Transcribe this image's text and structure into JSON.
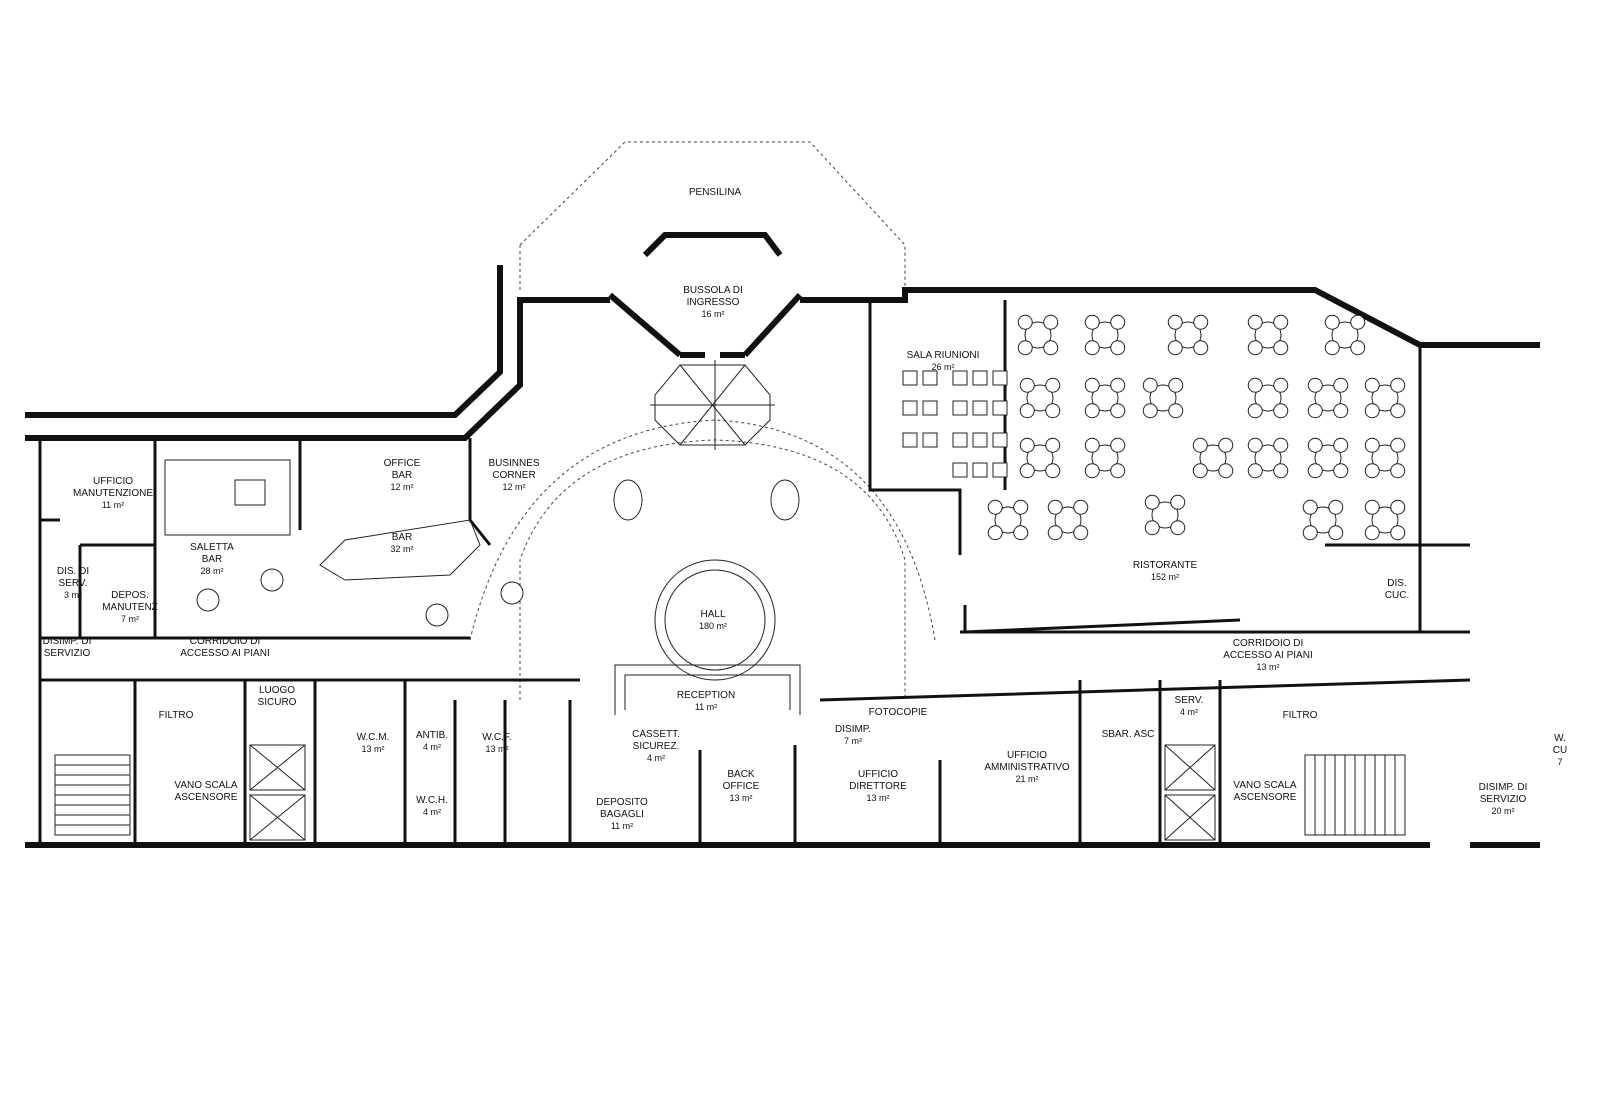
{
  "rooms": [
    {
      "id": "pensilina",
      "name": "PENSILINA",
      "area": ""
    },
    {
      "id": "bussola",
      "name": "BUSSOLA DI|INGRESSO",
      "area": "16 m²"
    },
    {
      "id": "sala_riunioni",
      "name": "SALA RIUNIONI",
      "area": "26 m²"
    },
    {
      "id": "ufficio_manutenzione",
      "name": "UFFICIO|MANUTENZIONE",
      "area": "11 m²"
    },
    {
      "id": "office_bar",
      "name": "OFFICE|BAR",
      "area": "12 m²"
    },
    {
      "id": "business_corner",
      "name": "BUSINNES|CORNER",
      "area": "12 m²"
    },
    {
      "id": "saletta_bar",
      "name": "SALETTA|BAR",
      "area": "28 m²"
    },
    {
      "id": "bar",
      "name": "BAR",
      "area": "32 m²"
    },
    {
      "id": "dis_serv",
      "name": "DIS. DI|SERV.",
      "area": "3 m²"
    },
    {
      "id": "depos_manutenz",
      "name": "DEPOS.|MANUTENZ",
      "area": "7 m²"
    },
    {
      "id": "disimp_servizio_left",
      "name": "DISIMP. DI|SERVIZIO",
      "area": ""
    },
    {
      "id": "corridoio_left",
      "name": "CORRIDOIO DI|ACCESSO AI PIANI",
      "area": ""
    },
    {
      "id": "hall",
      "name": "HALL",
      "area": "180 m²"
    },
    {
      "id": "ristorante",
      "name": "RISTORANTE",
      "area": "152 m²"
    },
    {
      "id": "dis_cuc",
      "name": "DIS.|CUC.",
      "area": ""
    },
    {
      "id": "corridoio_right",
      "name": "CORRIDOIO DI|ACCESSO AI PIANI",
      "area": "13 m²"
    },
    {
      "id": "filtro_left",
      "name": "FILTRO",
      "area": ""
    },
    {
      "id": "luogo_sicuro",
      "name": "LUOGO|SICURO",
      "area": ""
    },
    {
      "id": "wcm",
      "name": "W.C.M.",
      "area": "13 m²"
    },
    {
      "id": "antib",
      "name": "ANTIB.",
      "area": "4 m²"
    },
    {
      "id": "wcf",
      "name": "W.C.F.",
      "area": "13 m²"
    },
    {
      "id": "wch",
      "name": "W.C.H.",
      "area": "4 m²"
    },
    {
      "id": "reception",
      "name": "RECEPTION",
      "area": "11 m²"
    },
    {
      "id": "cassett",
      "name": "CASSETT.|SICUREZ.",
      "area": "4 m²"
    },
    {
      "id": "deposito_bagagli",
      "name": "DEPOSITO|BAGAGLI",
      "area": "11 m²"
    },
    {
      "id": "back_office",
      "name": "BACK|OFFICE",
      "area": "13 m²"
    },
    {
      "id": "fotocopie",
      "name": "FOTOCOPIE",
      "area": ""
    },
    {
      "id": "disimp",
      "name": "DISIMP.",
      "area": "7 m²"
    },
    {
      "id": "ufficio_direttore",
      "name": "UFFICIO|DIRETTORE",
      "area": "13 m²"
    },
    {
      "id": "ufficio_amministrativo",
      "name": "UFFICIO|AMMINISTRATIVO",
      "area": "21 m²"
    },
    {
      "id": "sbar_asc",
      "name": "SBAR. ASC",
      "area": ""
    },
    {
      "id": "serv",
      "name": "SERV.",
      "area": "4 m²"
    },
    {
      "id": "filtro_right",
      "name": "FILTRO",
      "area": ""
    },
    {
      "id": "vano_scala_left",
      "name": "VANO SCALA|ASCENSORE",
      "area": ""
    },
    {
      "id": "vano_scala_right",
      "name": "VANO SCALA|ASCENSORE",
      "area": ""
    },
    {
      "id": "disimp_servizio_right",
      "name": "DISIMP. DI|SERVIZIO",
      "area": "20 m²"
    },
    {
      "id": "cut_right",
      "name": "W.|CU",
      "area": "7"
    }
  ]
}
